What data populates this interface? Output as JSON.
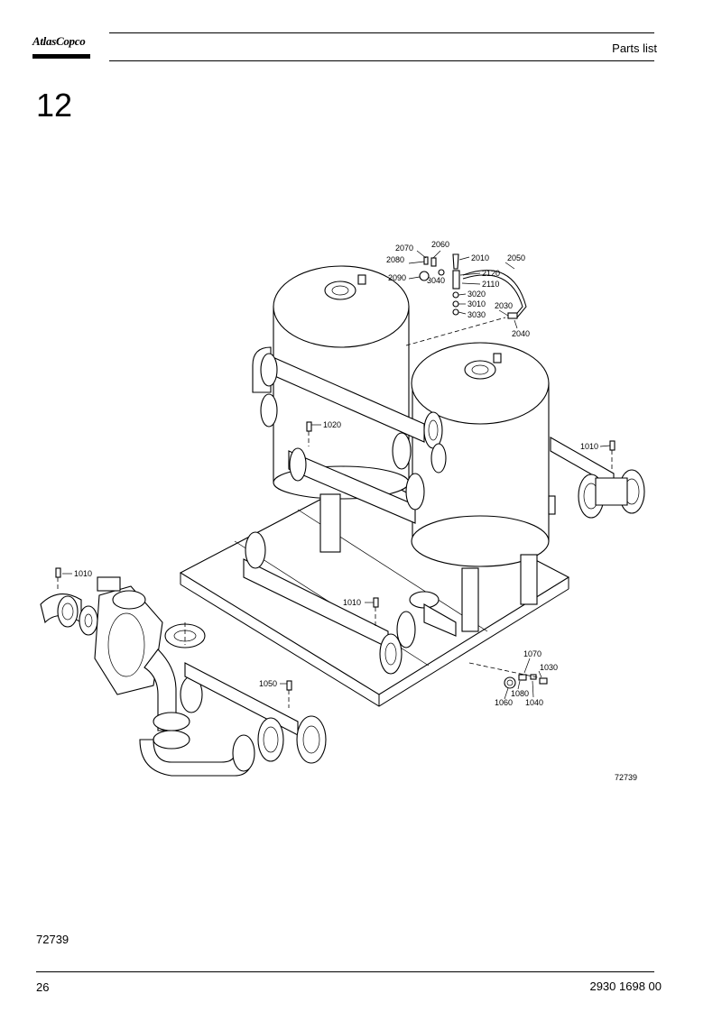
{
  "header": {
    "brand": "AtlasCopco",
    "title": "Parts list"
  },
  "section": {
    "number": "12"
  },
  "drawing": {
    "number": "72739",
    "callouts": {
      "c2070": "2070",
      "c2060": "2060",
      "c2010": "2010",
      "c2050": "2050",
      "c2080": "2080",
      "c2090": "2090",
      "c3040": "3040",
      "c2120": "2120",
      "c2110": "2110",
      "c3020": "3020",
      "c3010": "3010",
      "c2030": "2030",
      "c3030": "3030",
      "c2040": "2040",
      "c1020": "1020",
      "c1010a": "1010",
      "c1010b": "1010",
      "c1010c": "1010",
      "c1070": "1070",
      "c1030": "1030",
      "c1080": "1080",
      "c1060": "1060",
      "c1040": "1040",
      "c1050": "1050"
    }
  },
  "footer": {
    "doc_ref": "72739",
    "page_number": "26",
    "document_number": "2930 1698 00"
  }
}
